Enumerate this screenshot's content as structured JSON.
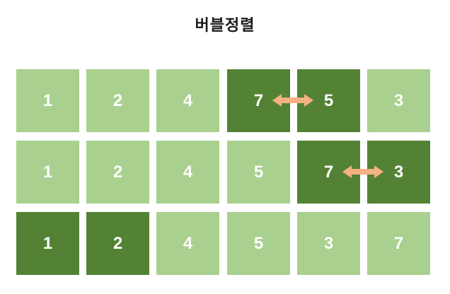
{
  "title": "버블정렬",
  "colors": {
    "light_cell": "#a9d08e",
    "dark_cell": "#548235",
    "swap_arrow": "#f4b183"
  },
  "rows": [
    {
      "cells": [
        {
          "value": "1",
          "highlight": false
        },
        {
          "value": "2",
          "highlight": false
        },
        {
          "value": "4",
          "highlight": false
        },
        {
          "value": "7",
          "highlight": true
        },
        {
          "value": "5",
          "highlight": true
        },
        {
          "value": "3",
          "highlight": false
        }
      ],
      "swap": [
        3,
        4
      ]
    },
    {
      "cells": [
        {
          "value": "1",
          "highlight": false
        },
        {
          "value": "2",
          "highlight": false
        },
        {
          "value": "4",
          "highlight": false
        },
        {
          "value": "5",
          "highlight": false
        },
        {
          "value": "7",
          "highlight": true
        },
        {
          "value": "3",
          "highlight": true
        }
      ],
      "swap": [
        4,
        5
      ]
    },
    {
      "cells": [
        {
          "value": "1",
          "highlight": true
        },
        {
          "value": "2",
          "highlight": true
        },
        {
          "value": "4",
          "highlight": false
        },
        {
          "value": "5",
          "highlight": false
        },
        {
          "value": "3",
          "highlight": false
        },
        {
          "value": "7",
          "highlight": false
        }
      ]
    }
  ],
  "icons": {
    "swap_arrow": "double-headed-arrow-icon"
  }
}
